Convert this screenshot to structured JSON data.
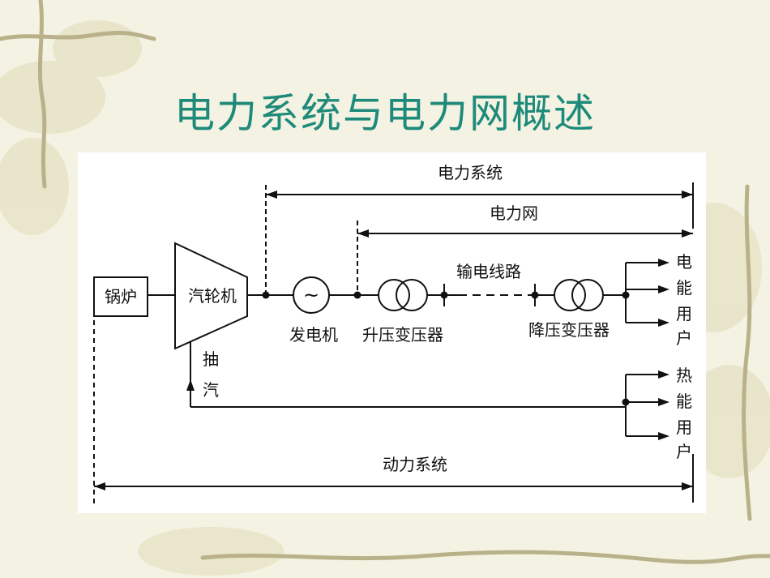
{
  "slide": {
    "title": "电力系统与电力网概述"
  },
  "diagram": {
    "span_power_system": "电力系统",
    "span_power_grid": "电力网",
    "span_dynamic_system": "动力系统",
    "boiler": "锅炉",
    "turbine": "汽轮机",
    "generator_symbol": "~",
    "generator": "发电机",
    "step_up_transformer": "升压变压器",
    "transmission_line": "输电线路",
    "step_down_transformer": "降压变压器",
    "extraction_steam": [
      "抽",
      "汽"
    ],
    "electric_users": [
      "电",
      "能",
      "用",
      "户"
    ],
    "heat_users": [
      "热",
      "能",
      "用",
      "户"
    ]
  },
  "colors": {
    "title": "#1e8a7a",
    "line": "#111111",
    "vine": "#b9b18a"
  }
}
